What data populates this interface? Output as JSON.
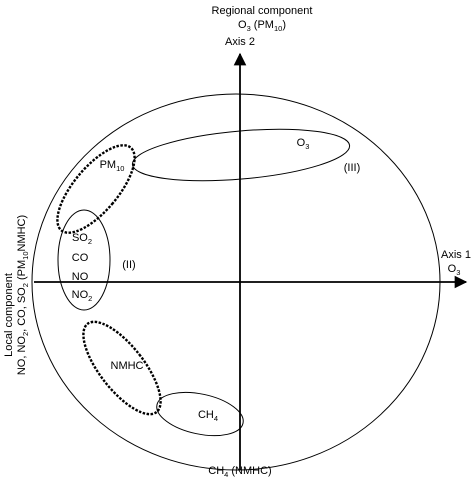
{
  "top_axis": {
    "title": "Regional component",
    "label": "O",
    "label_sub": "3",
    "label_paren_main": "(PM",
    "label_paren_sub": "10",
    "label_paren_end": ")",
    "axis_name": "Axis 2"
  },
  "right_axis": {
    "axis_name": "Axis 1",
    "label": "O",
    "label_sub": "3"
  },
  "bottom_axis": {
    "label": "CH",
    "label_sub": "4",
    "label_paren": "(NMHC)"
  },
  "left_axis": {
    "title": "Local component",
    "line2_a": "NO, NO",
    "line2_a_sub": "2",
    "line2_b": ", CO, SO",
    "line2_b_sub": "2",
    "line2_c": " (PM",
    "line2_c_sub": "10",
    "line2_d": "NMHC)"
  },
  "groups": {
    "group3_label": "(III)",
    "group2_label": "(II)"
  },
  "variables": {
    "o3": "O",
    "o3_sub": "3",
    "pm10": "PM",
    "pm10_sub": "10",
    "so2": "SO",
    "so2_sub": "2",
    "co": "CO",
    "no": "NO",
    "no2": "NO",
    "no2_sub": "2",
    "nmhc": "NMHC",
    "ch4": "CH",
    "ch4_sub": "4"
  }
}
